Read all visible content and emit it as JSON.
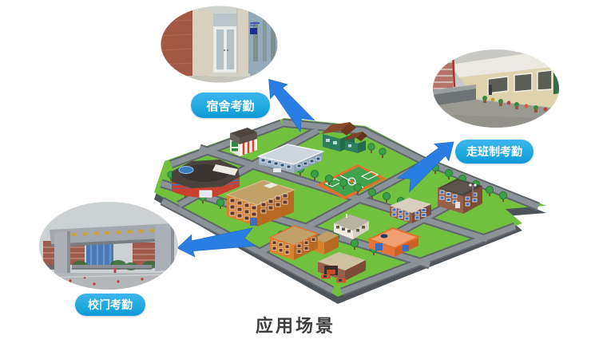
{
  "title": "应用场景",
  "callouts": {
    "dorm": {
      "label": "宿舍考勤",
      "photo": "dormitory-entrance-photo"
    },
    "corridor": {
      "label": "走班制考勤",
      "photo": "classroom-corridor-photo"
    },
    "gate": {
      "label": "校门考勤",
      "photo": "school-gate-photo"
    }
  },
  "map_elements": [
    "gymnasium",
    "campus-shop",
    "classroom-building",
    "cottages",
    "teaching-building",
    "basketball-court",
    "dorm-building",
    "dorm-building-tall",
    "office-building",
    "lab-building",
    "cafeteria",
    "garage",
    "trees",
    "roads"
  ],
  "colors": {
    "background": "#ffffff",
    "label_bg": "#1fa8e0",
    "label_text": "#ffffff",
    "arrow": "#2a7de2",
    "ground": "#72c13e",
    "ground_edge": "#4d545a",
    "road_casing": "#60666c",
    "road": "#8b9298",
    "title_text": "#3d3d3d"
  }
}
